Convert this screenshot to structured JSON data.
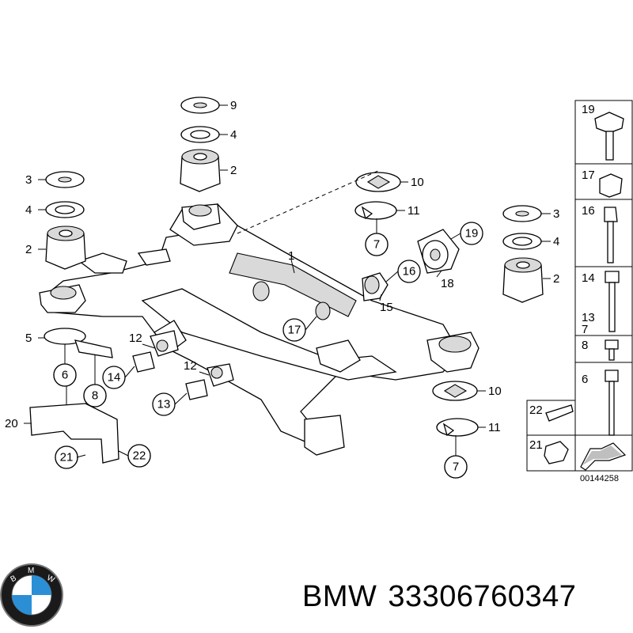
{
  "diagram_labels": {
    "l1": "1",
    "l2a": "2",
    "l2b": "2",
    "l2c": "2",
    "l3a": "3",
    "l3b": "3",
    "l4a": "4",
    "l4b": "4",
    "l4c": "4",
    "l5": "5",
    "l6": "6",
    "l7a": "7",
    "l7b": "7",
    "l8": "8",
    "l9": "9",
    "l10a": "10",
    "l10b": "10",
    "l11a": "11",
    "l11b": "11",
    "l12a": "12",
    "l12b": "12",
    "l13": "13",
    "l14": "14",
    "l15": "15",
    "l16": "16",
    "l17": "17",
    "l18": "18",
    "l19": "19",
    "l20": "20",
    "l21": "21",
    "l22": "22"
  },
  "side_panel": {
    "r19": "19",
    "r17": "17",
    "r16": "16",
    "r14": "14",
    "r13": "13",
    "r7": "7",
    "r8": "8",
    "r6": "6",
    "r22": "22",
    "r21": "21",
    "figure_id": "00144258"
  },
  "caption": {
    "brand": "BMW",
    "part_number": "33306760347"
  },
  "logo": {
    "text": "BMW",
    "color_blue": "#2b8fd6",
    "color_ring": "#111111"
  }
}
